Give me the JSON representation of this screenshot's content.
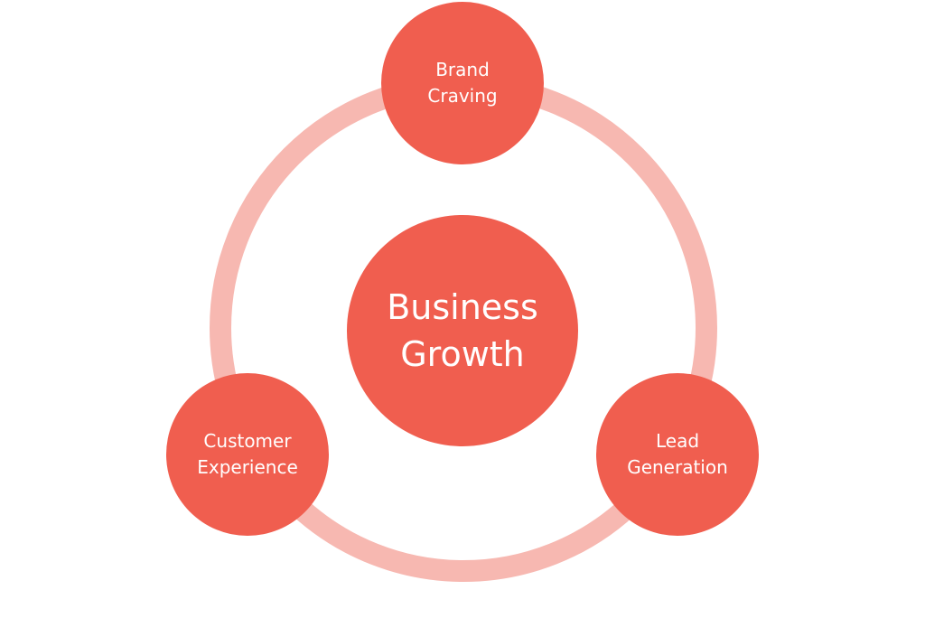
{
  "colors": {
    "node_fill": "#f05e4f",
    "ring": "#f7b8b1",
    "text": "#ffffff",
    "background": "#ffffff"
  },
  "center": {
    "line1": "Business",
    "line2": "Growth"
  },
  "nodes": [
    {
      "line1": "Brand",
      "line2": "Craving"
    },
    {
      "line1": "Customer",
      "line2": "Experience"
    },
    {
      "line1": "Lead",
      "line2": "Generation"
    }
  ]
}
